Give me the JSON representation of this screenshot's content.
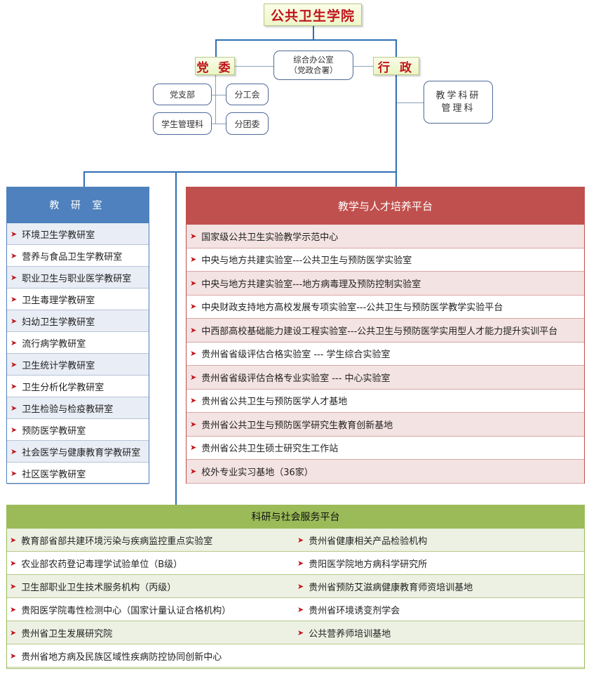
{
  "root": "公共卫生学院",
  "party": "党 委",
  "admin": "行 政",
  "office": {
    "line1": "综合办公室",
    "line2": "（党政合署）"
  },
  "research_office": "教学科研管理科",
  "party_units": {
    "branch": "党支部",
    "union": "分工会",
    "student_mgmt": "学生管理科",
    "league": "分团委"
  },
  "teaching": {
    "title": "教 研 室",
    "items": [
      "环境卫生学教研室",
      "营养与食品卫生学教研室",
      "职业卫生与职业医学教研室",
      "卫生毒理学教研室",
      "妇幼卫生学教研室",
      "流行病学教研室",
      "卫生统计学教研室",
      "卫生分析化学教研室",
      "卫生检验与检疫教研室",
      "预防医学教研室",
      "社会医学与健康教育学教研室",
      "社区医学教研室"
    ]
  },
  "platform": {
    "title": "教学与人才培养平台",
    "items": [
      "国家级公共卫生实验教学示范中心",
      "中央与地方共建实验室---公共卫生与预防医学实验室",
      "中央与地方共建实验室---地方病毒理及预防控制实验室",
      "中央财政支持地方高校发展专项实验室---公共卫生与预防医学教学实验平台",
      "中西部高校基础能力建设工程实验室---公共卫生与预防医学实用型人才能力提升实训平台",
      "贵州省省级评估合格实验室    ---    学生综合实验室",
      "贵州省省级评估合格专业实验室    ---    中心实验室",
      "贵州省公共卫生与预防医学人才基地",
      "贵州省公共卫生与预防医学研究生教育创新基地",
      "贵州省公共卫生硕士研究生工作站",
      "校外专业实习基地（36家）"
    ]
  },
  "research": {
    "title": "科研与社会服务平台",
    "left": [
      "教育部省部共建环境污染与疾病监控重点实验室",
      "农业部农药登记毒理学试验单位（B级）",
      "卫生部职业卫生技术服务机构（丙级）",
      "贵阳医学院毒性检测中心（国家计量认证合格机构）",
      "贵州省卫生发展研究院",
      "贵州省地方病及民族区域性疾病防控协同创新中心"
    ],
    "right": [
      "贵州省健康相关产品检验机构",
      "贵阳医学院地方病科学研究所",
      "贵州省预防艾滋病健康教育师资培训基地",
      "贵州省环境诱变剂学会",
      "公共营养师培训基地"
    ]
  },
  "icons": {
    "bullet": "arrow-right-icon"
  },
  "colors": {
    "title_red": "#c0141b",
    "teach_blue": "#4e81bd",
    "plat_red": "#c0504d",
    "res_green": "#9bbb59",
    "connector": "#2f6fb4"
  }
}
